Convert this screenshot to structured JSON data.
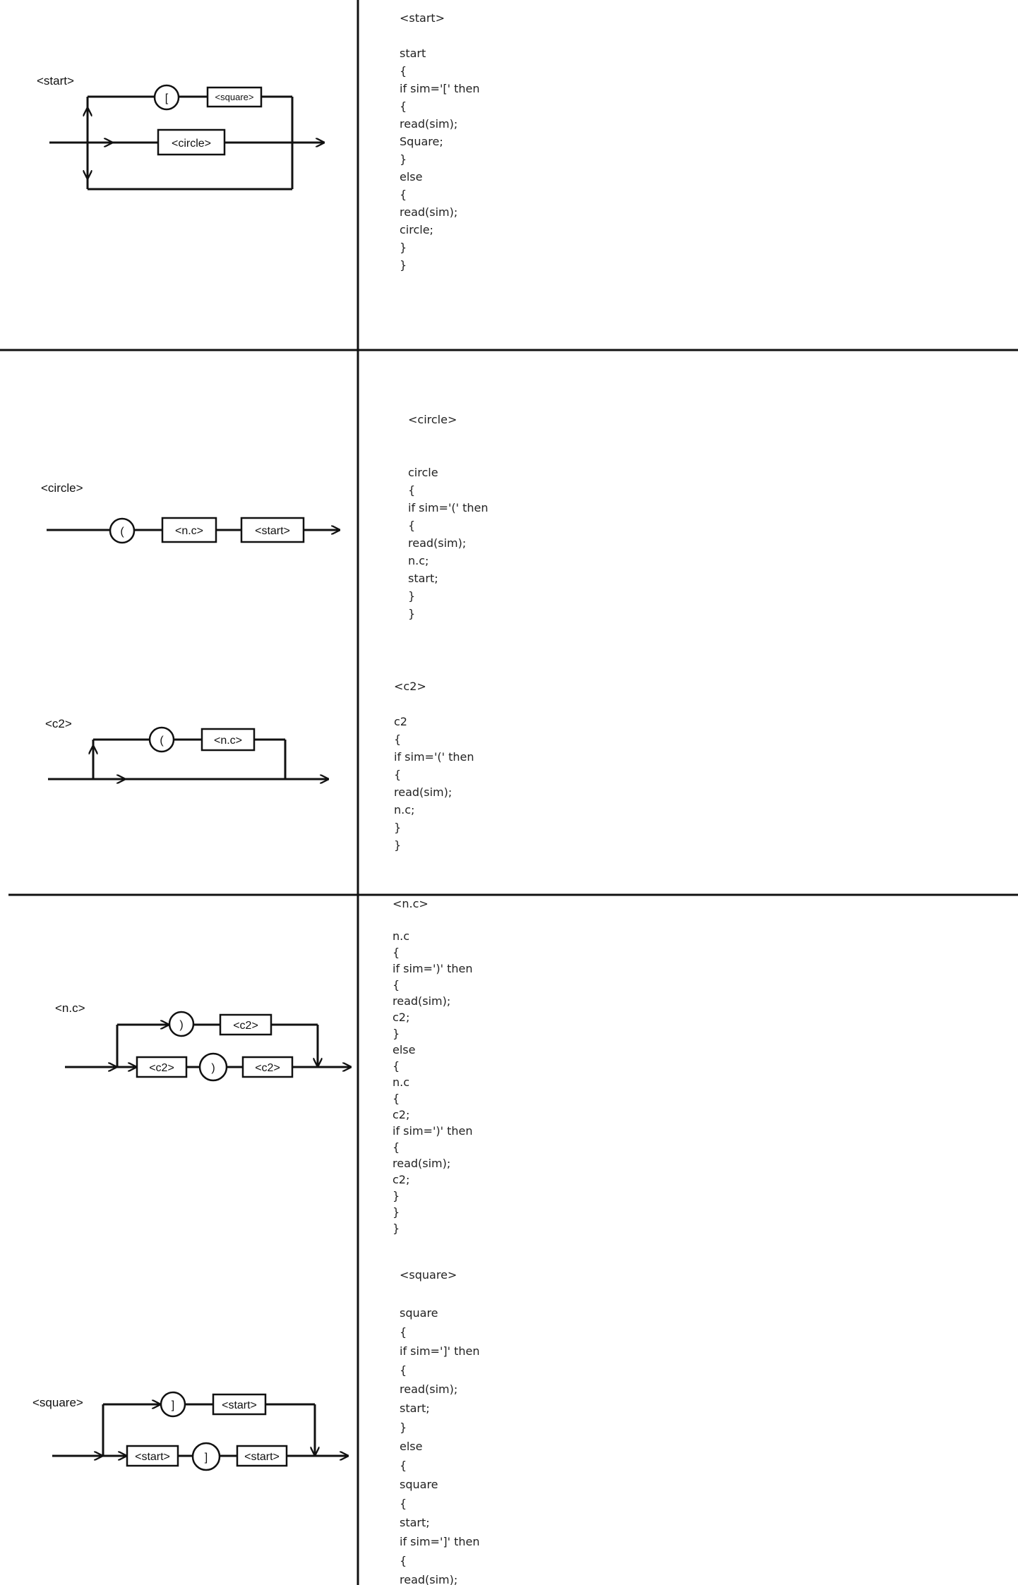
{
  "diagrams": {
    "start": {
      "label": "<start>",
      "terminal": "[",
      "box_top": "<square>",
      "box_mid": "<circle>"
    },
    "circle": {
      "label": "<circle>",
      "terminal": "(",
      "box1": "<n.c>",
      "box2": "<start>"
    },
    "c2": {
      "label": "<c2>",
      "terminal": "(",
      "box": "<n.c>"
    },
    "nc": {
      "label": "<n.c>",
      "terminal_top": ")",
      "box_top": "<c2>",
      "box_left": "<c2>",
      "terminal_mid": ")",
      "box_right": "<c2>"
    },
    "square": {
      "label": "<square>",
      "terminal_top": "]",
      "box_top": "<start>",
      "box_left": "<start>",
      "terminal_mid": "]",
      "box_right": "<start>"
    }
  },
  "code": {
    "start": [
      "<start>",
      "",
      "start",
      "{",
      "   if sim='[' then",
      "   {",
      "      read(sim);",
      "      Square;",
      "   }",
      "   else",
      "   {",
      "      read(sim);",
      "      circle;",
      "    }",
      "}"
    ],
    "circle": [
      "<circle>",
      "",
      "",
      "circle",
      "{",
      "   if sim='(' then",
      "   {",
      "      read(sim);",
      "      n.c;",
      "      start;",
      "   }",
      "}"
    ],
    "c2": [
      "<c2>",
      "",
      "c2",
      "{",
      "   if sim='(' then",
      "   {",
      "      read(sim);",
      "      n.c;",
      "    }",
      "}"
    ],
    "nc": [
      "<n.c>",
      "",
      "n.c",
      "{",
      "   if sim=')' then",
      "   {",
      "      read(sim);",
      "      c2;",
      "   }",
      "   else",
      "   {",
      "     n.c",
      "     {",
      "         c2;",
      "         if sim=')' then",
      "         {",
      "            read(sim);",
      "            c2;",
      "         }",
      "       }",
      "}"
    ],
    "square": [
      "<square>",
      "",
      "square",
      "{",
      "   if sim=']' then",
      "   {",
      "      read(sim);",
      "      start;",
      "   }",
      "   else",
      "   {",
      "      square",
      "      {",
      "         start;",
      "         if sim=']' then",
      "         {",
      "            read(sim);"
    ]
  }
}
